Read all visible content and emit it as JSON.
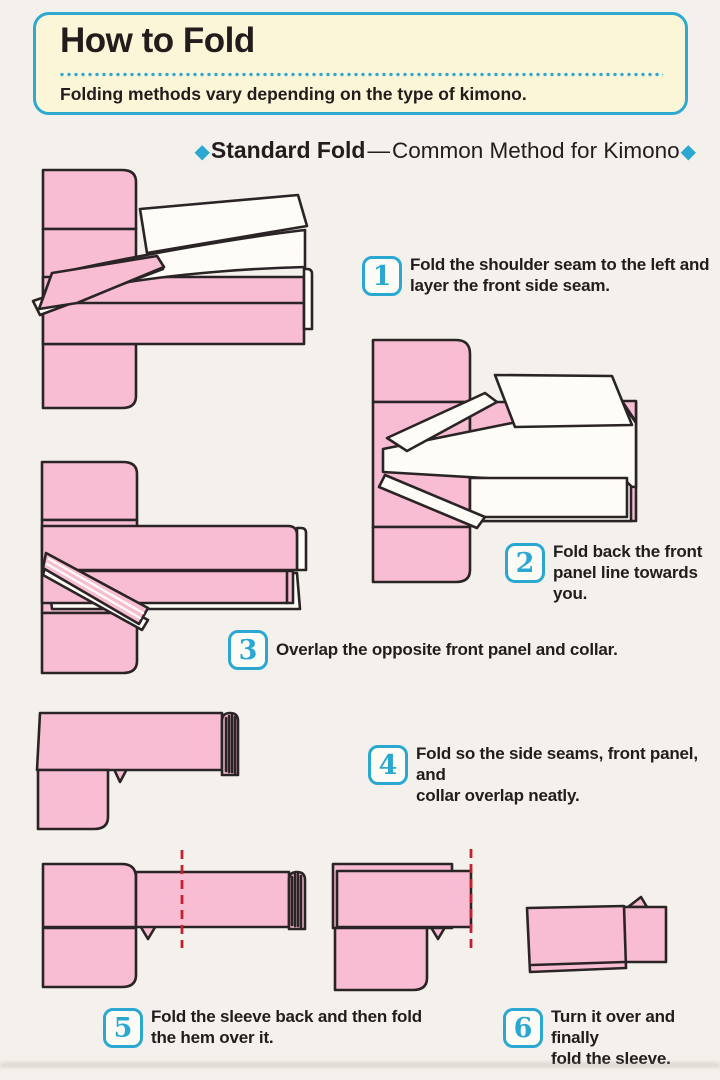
{
  "header": {
    "title": "How to Fold",
    "subtitle": "Folding methods vary depending on the type of kimono."
  },
  "section": {
    "diamond": "◆",
    "title_main": "Standard Fold",
    "dash": "—",
    "title_sub": "Common Method for Kimono"
  },
  "steps": [
    {
      "num": "1",
      "line1": "Fold the shoulder seam to the left and",
      "line2": "layer the front side seam."
    },
    {
      "num": "2",
      "line1": "Fold back the front",
      "line2": "panel line towards you."
    },
    {
      "num": "3",
      "line1": "Overlap the opposite front panel and collar.",
      "line2": ""
    },
    {
      "num": "4",
      "line1": "Fold so the side seams, front panel, and",
      "line2": "collar overlap neatly."
    },
    {
      "num": "5",
      "line1": "Fold the sleeve back and then fold",
      "line2": "the hem over it."
    },
    {
      "num": "6",
      "line1": "Turn it over and finally",
      "line2": "fold the sleeve."
    }
  ],
  "colors": {
    "page_bg": "#f4f1ec",
    "header_bg": "#fbf6d8",
    "header_border": "#2fa9cf",
    "accent_cyan": "#2aa8d2",
    "kimono_pink": "#f8bdd2",
    "outline": "#2b2427",
    "fold_line_red": "#c5202e",
    "text": "#221c1c"
  }
}
